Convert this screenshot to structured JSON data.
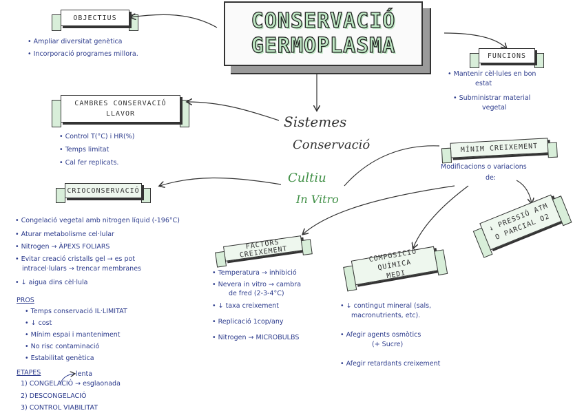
{
  "title": {
    "line1": "CONSERVACIÓ",
    "line2": "GERMOPLASMA"
  },
  "center": {
    "line1": "Sistemes",
    "line2": "Conservació",
    "culture1": "Cultiu",
    "culture2": "In Vitro"
  },
  "objectius": {
    "label": "OBJECTIUS",
    "items": [
      "• Ampliar diversitat genètica",
      "• Incorporació programes millora."
    ]
  },
  "funcions": {
    "label": "FUNCIONS",
    "items": [
      "• Mantenir cèl·lules en bon",
      "estat",
      "• Subministrar material",
      "vegetal"
    ]
  },
  "cambres": {
    "label1": "CAMBRES CONSERVACIÓ",
    "label2": "LLAVOR",
    "items": [
      "• Control T(°C) i HR(%)",
      "• Temps limitat",
      "• Cal fer replicats."
    ]
  },
  "crio": {
    "label": "CRIOCONSERVACIÓ",
    "items": [
      "• Congelació vegetal amb nitrogen líquid (-196°C)",
      "• Aturar metabolisme cel·lular",
      "• Nitrogen → ÀPEXS FOLIARS",
      "• Evitar creació cristalls gel → es pot",
      "intracel·lulars → trencar membranes",
      "• ↓ aigua dins cèl·lula"
    ],
    "pros_label": "PROS",
    "pros": [
      "• Temps conservació IL·LIMITAT",
      "• ↓ cost",
      "• Mínim espai i manteniment",
      "• No risc contaminació",
      "• Estabilitat genètica"
    ],
    "etapes_label": "ETAPES",
    "etapes": [
      "1) CONGELACIÓ → esglaonada",
      "2) DESCONGELACIÓ",
      "3) CONTROL VIABILITAT"
    ],
    "etapes_note": "lenta"
  },
  "minim": {
    "label": "MÍNIM CREIXEMENT",
    "subtitle1": "Modificacions o variacions",
    "subtitle2": "de:"
  },
  "factors": {
    "label": "FACTORS CREIXEMENT",
    "items": [
      "• Temperatura → inhibició",
      "• Nevera in vitro → cambra",
      "de fred (2-3-4°C)",
      "• ↓ taxa creixement",
      "• Replicació 1cop/any",
      "• Nitrogen → MICROBULBS"
    ]
  },
  "composicio": {
    "label1": "COMPOSICIÓ QUÍMICA",
    "label2": "MEDI",
    "items": [
      "• ↓ contingut mineral (sals,",
      "macronutrients, etc).",
      "• Afegir agents osmòtics",
      "(+ Sucre)",
      "• Afegir retardants creixement"
    ]
  },
  "pressio": {
    "label1": "↓ PRESSIÓ ATM",
    "label2": "O PARCIAL O2"
  },
  "colors": {
    "ink": "#2c3b8c",
    "green": "#3f8f45",
    "ribbon": "#d8eed9"
  }
}
